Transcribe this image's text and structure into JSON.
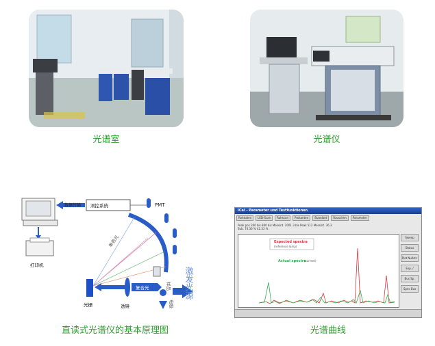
{
  "captions": {
    "lab": "光谱室",
    "instrument": "光谱仪",
    "diagram": "直读式光谱仪的基本原理图",
    "curve": "光谱曲线"
  },
  "diagram": {
    "pmt": "PMT",
    "transfer": "数据传输",
    "control": "测控系统",
    "printer": "打印机",
    "monochromatic": "单色光",
    "grating": "光栅",
    "lens": "透镜",
    "composite": "复合光",
    "sample": "样品",
    "electrode": "电极",
    "laser": "激发光源"
  },
  "curve_window": {
    "title": "ICal - Parameter und Testfunktionen",
    "toolbar": [
      "Rohdaten",
      "LED-Scan",
      "Rohscan",
      "Prokanten",
      "Standard",
      "Rauschen",
      "Parameter"
    ],
    "panel_buttons": [
      "Sweep",
      "Status",
      "Plot Nullstr.",
      "Exp. / Rauschen",
      "Bus Sp.",
      "Spec Bus"
    ],
    "legend": {
      "expected": "Expected spectra",
      "expected_sub": "(reference lamp)",
      "actual": "Actual spectra",
      "actual_sub": "(current)"
    },
    "info_line1": "Peak pos 200 bis 800 bis Messint. 2001.3 bis Peak 512 Messint. 36.3",
    "info_line2": "Sub. 70.36 % 42.33 %",
    "colors": {
      "expected": "#e0303a",
      "actual": "#2fb04a"
    }
  }
}
